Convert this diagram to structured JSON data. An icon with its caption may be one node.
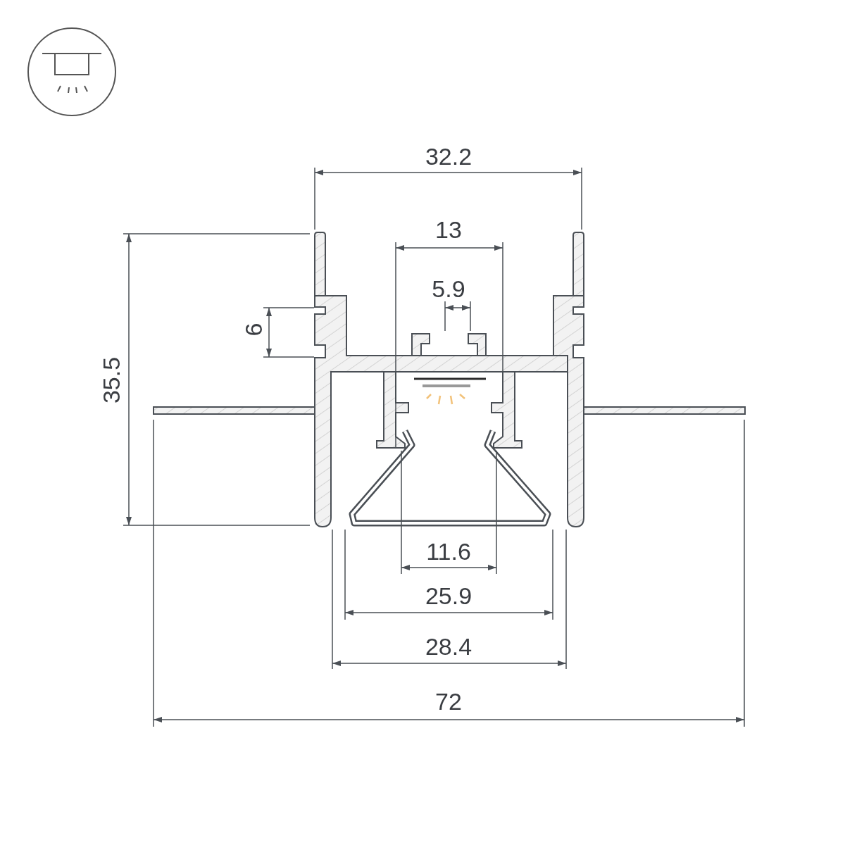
{
  "diagram": {
    "labels": [
      "32.2",
      "13",
      "5.9",
      "6",
      "35.5",
      "11.6",
      "25.9",
      "28.4",
      "72"
    ]
  }
}
